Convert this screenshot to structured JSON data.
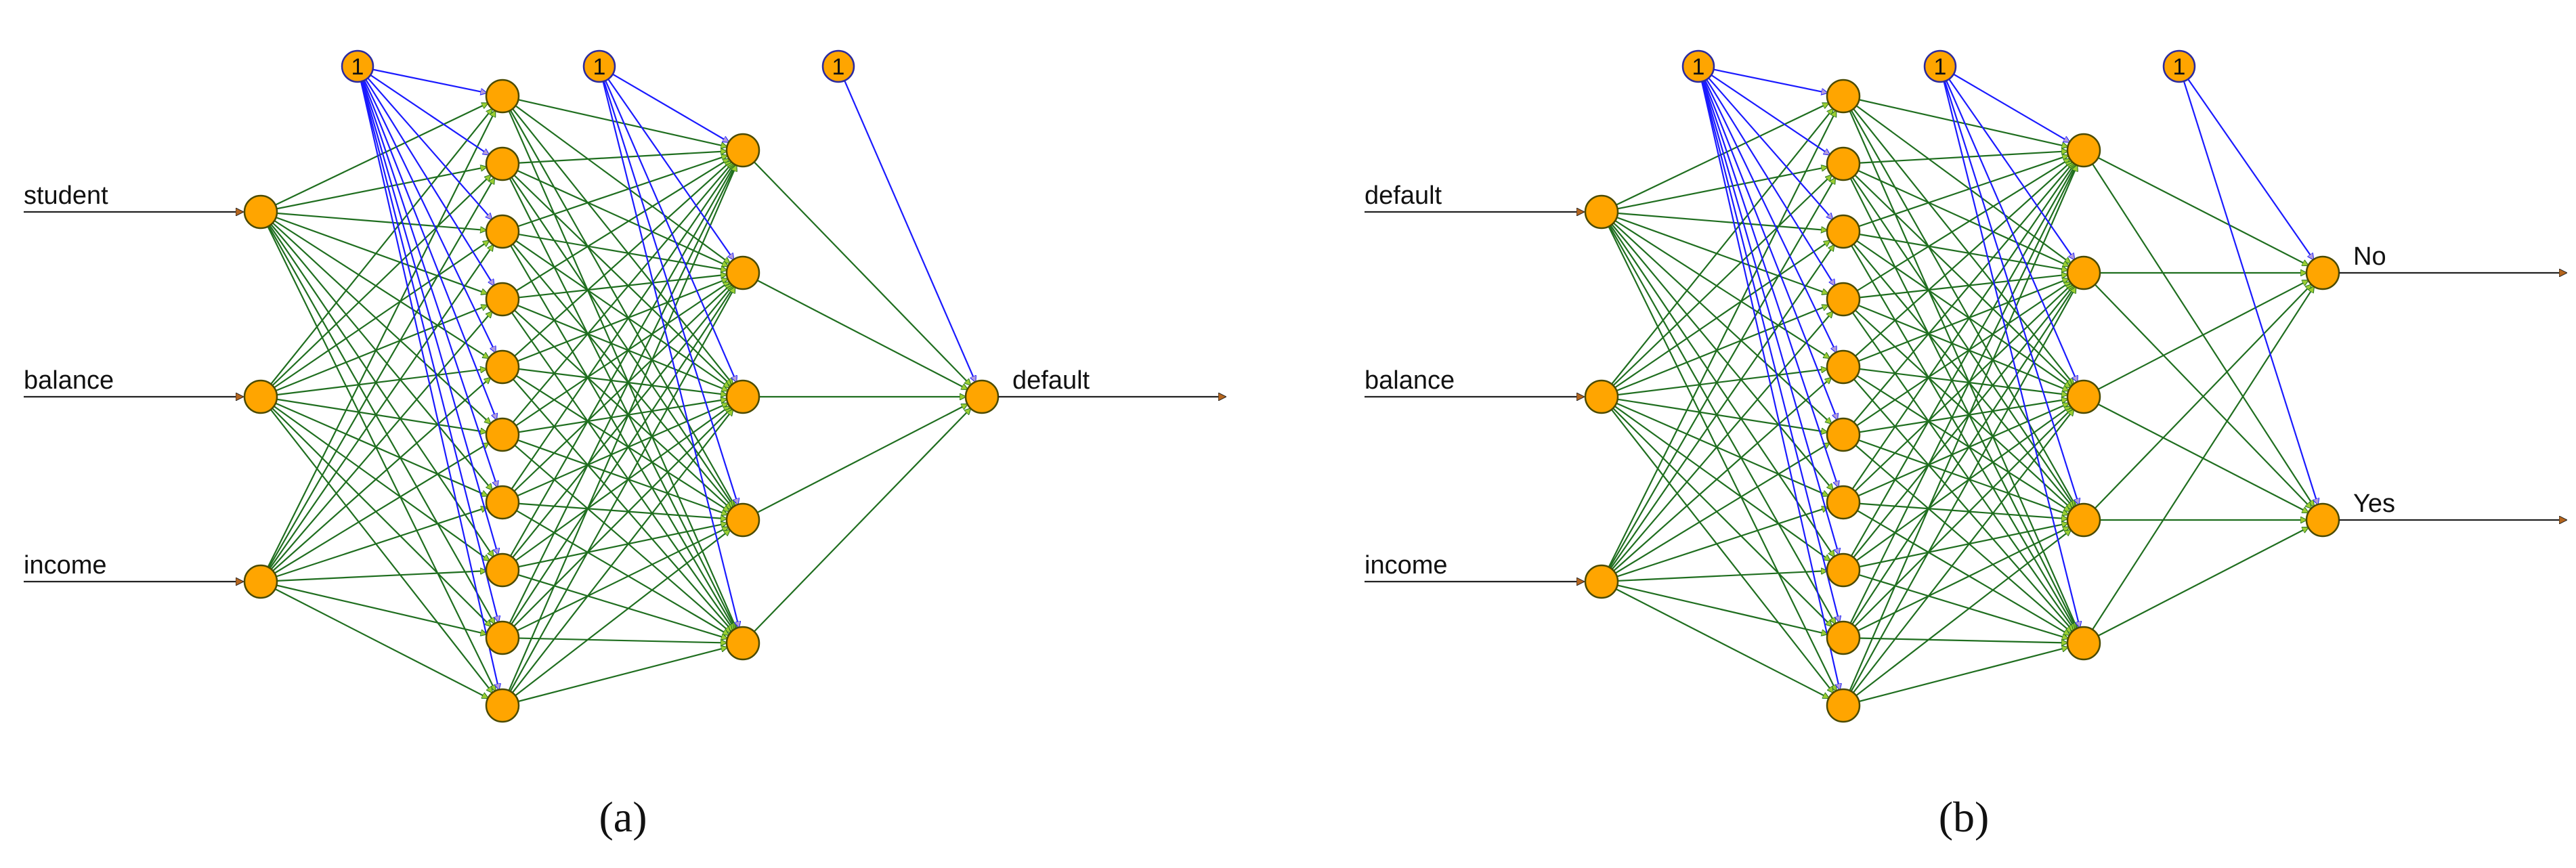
{
  "colors": {
    "node_fill": "#FFA500",
    "node_stroke": "#4a4a00",
    "weight_edge": "#1f6e1f",
    "bias_edge": "#1a1aff",
    "io_arrow": "#222222"
  },
  "bias_label": "1",
  "networks": [
    {
      "caption": "(a)",
      "inputs": [
        "student",
        "balance",
        "income"
      ],
      "hidden_layers": [
        10,
        5
      ],
      "outputs": [
        "default"
      ]
    },
    {
      "caption": "(b)",
      "inputs": [
        "default",
        "balance",
        "income"
      ],
      "hidden_layers": [
        10,
        5
      ],
      "outputs": [
        "No",
        "Yes"
      ]
    }
  ]
}
